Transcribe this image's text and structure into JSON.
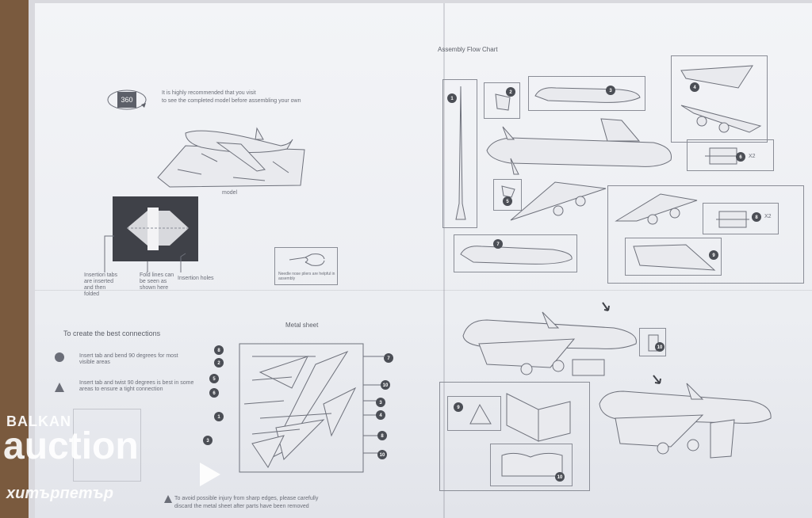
{
  "left_page": {
    "intro_note_line1": "It is highly recommended that you visit",
    "intro_note_line2": "to see the completed model before assembling your own",
    "model_label": "model",
    "label_insertion_tabs": "Insertion tabs are inserted and then folded",
    "label_fold_lines": "Fold lines can be seen as shown here",
    "label_insertion_holes": "Insertion holes",
    "tool_note": "Needle nose pliers are helpful in assembly",
    "connections_title": "To create the best connections",
    "tip_circle": "Insert tab and bend 90 degrees for most visible areas",
    "tip_triangle": "Insert tab and twist 90 degrees is best in some areas to ensure a tight connection",
    "metal_sheet_title": "Metal sheet",
    "warning_line1": "To avoid possible injury from sharp edges, please carefully",
    "warning_line2": "discard the metal sheet after parts have been removed",
    "sheet_numbers_left": [
      "8",
      "2",
      "5",
      "6",
      "1",
      "3"
    ],
    "sheet_numbers_right": [
      "7",
      "10",
      "3",
      "4",
      "8",
      "10"
    ]
  },
  "right_page": {
    "flow_title": "Assembly Flow Chart",
    "step_numbers": [
      "1",
      "2",
      "3",
      "4",
      "5",
      "6",
      "7",
      "8",
      "9",
      "10"
    ],
    "multiplier_6": "X2",
    "multiplier_8": "X2"
  },
  "watermark": {
    "line1": "BALKAN",
    "line2": "auction",
    "line3": "хитърпетър"
  }
}
